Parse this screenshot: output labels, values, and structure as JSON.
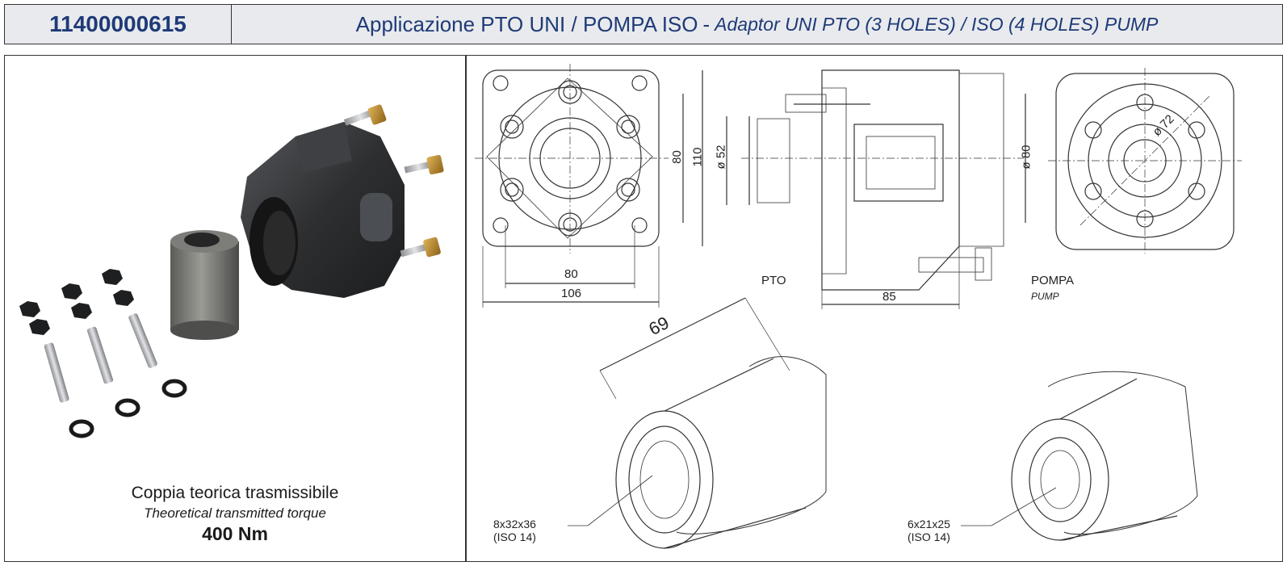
{
  "header": {
    "code": "11400000615",
    "title_it": "Applicazione PTO UNI / POMPA ISO",
    "separator": "-",
    "title_en": "Adaptor UNI PTO (3 HOLES) / ISO (4 HOLES) PUMP"
  },
  "torque": {
    "label_it": "Coppia teorica trasmissibile",
    "label_en": "Theoretical transmitted torque",
    "value": "400 Nm"
  },
  "drawing": {
    "dim_80_w": "80",
    "dim_106": "106",
    "dim_80_h": "80",
    "dim_110": "110",
    "dim_d52": "ø 52",
    "dim_85": "85",
    "dim_d80": "ø 80",
    "dim_d72": "ø 72",
    "dim_69": "69",
    "pto_label": "PTO",
    "pump_label_it": "POMPA",
    "pump_label_en": "PUMP",
    "spline_left": "8x32x36",
    "spline_left_std": "(ISO 14)",
    "spline_right": "6x21x25",
    "spline_right_std": "(ISO 14)"
  },
  "colors": {
    "header_text": "#1f3a78",
    "header_bg": "#e8eaed",
    "part_dark": "#2e2f31",
    "part_metal": "#8a8a8a",
    "brass": "#b8862b"
  }
}
